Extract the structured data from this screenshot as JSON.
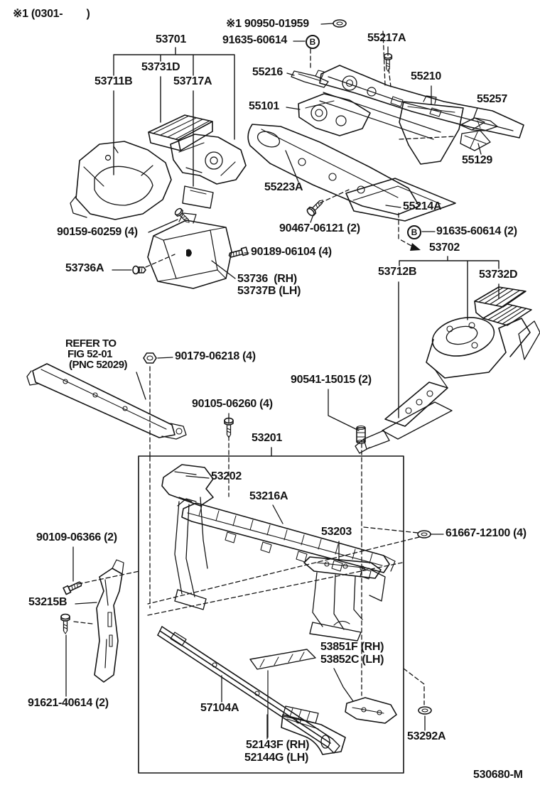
{
  "figure": {
    "revision_note": "※1 (0301-        )",
    "figure_code": "530680-M"
  },
  "colors": {
    "line": "#141414",
    "background": "#ffffff"
  },
  "labels": {
    "b_mark": "B",
    "p53701": "53701",
    "p53731d": "53731D",
    "p53711b": "53711B",
    "p53717a": "53717A",
    "p90950": "※1 90950-01959",
    "p91635_top": "91635-60614",
    "p55217a": "55217A",
    "p55216": "55216",
    "p55210": "55210",
    "p55101": "55101",
    "p55257": "55257",
    "p55129": "55129",
    "p55223a": "55223A",
    "p55214a": "55214A",
    "p90467": "90467-06121 (2)",
    "p91635_2": "91635-60614 (2)",
    "p53702": "53702",
    "p90159": "90159-60259 (4)",
    "p90189": "90189-06104 (4)",
    "p53736a": "53736A",
    "p53736_rh": "53736  (RH)",
    "p53737b_lh": "53737B (LH)",
    "p53712b": "53712B",
    "p53732d": "53732D",
    "refer_line1": "REFER TO",
    "refer_line2": "FIG 52-01",
    "refer_line3": "(PNC 52029)",
    "p90179": "90179-06218 (4)",
    "p90541": "90541-15015 (2)",
    "p90105": "90105-06260 (4)",
    "p53201": "53201",
    "p53202": "53202",
    "p53216a": "53216A",
    "p53203": "53203",
    "p61667": "61667-12100 (4)",
    "p90109": "90109-06366 (2)",
    "p53215b": "53215B",
    "p91621": "91621-40614 (2)",
    "p53851f": "53851F (RH)",
    "p53852c": "53852C (LH)",
    "p57104a": "57104A",
    "p52143f": "52143F (RH)",
    "p52144g": "52144G (LH)",
    "p53292a": "53292A"
  },
  "part_groups": {
    "assembly_53701_children": [
      "53711B",
      "53731D",
      "53717A"
    ],
    "assembly_53702_children": [
      "53712B",
      "53732D"
    ],
    "assembly_53201_box_parts": [
      "53202",
      "53216A",
      "53203",
      "57104A",
      "53851F (RH)",
      "53852C (LH)",
      "52143F (RH)",
      "52144G (LH)"
    ]
  }
}
